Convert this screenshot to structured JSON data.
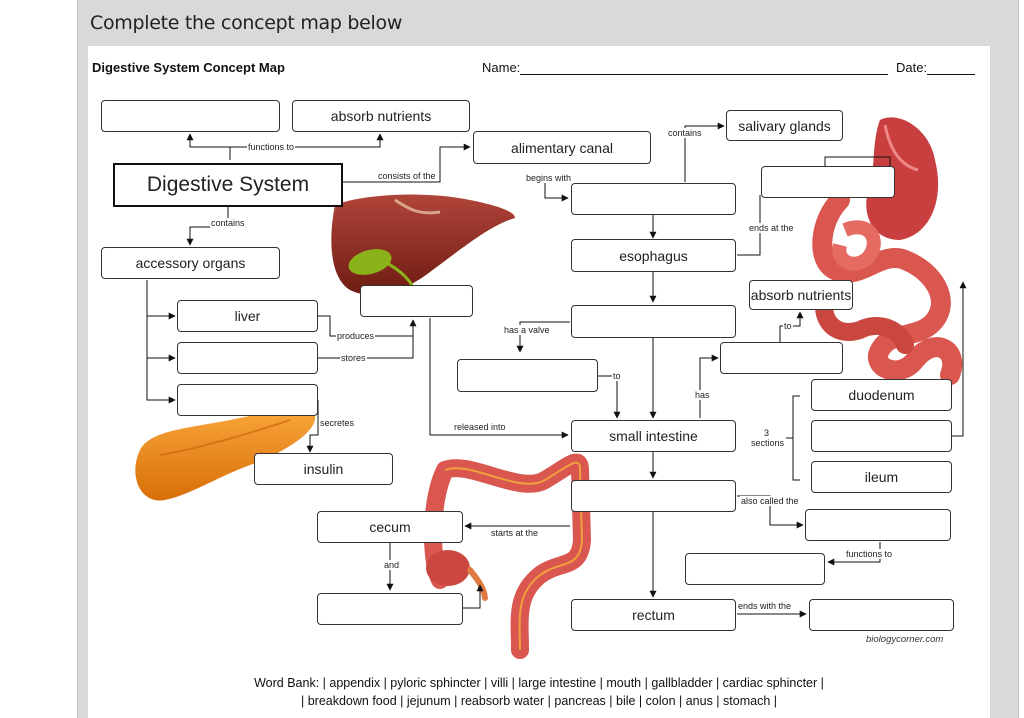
{
  "instruction": "Complete the concept map below",
  "worksheet": {
    "title": "Digestive System Concept Map",
    "name_label": "Name:",
    "date_label": "Date:"
  },
  "boxes": {
    "digestive_system": "Digestive System",
    "absorb_nutrients_top": "absorb nutrients",
    "alimentary_canal": "alimentary canal",
    "salivary_glands": "salivary glands",
    "accessory_organs": "accessory organs",
    "esophagus": "esophagus",
    "absorb_nutrients_right": "absorb nutrients",
    "liver": "liver",
    "small_intestine": "small intestine",
    "duodenum": "duodenum",
    "insulin": "insulin",
    "ileum": "ileum",
    "cecum": "cecum",
    "rectum": "rectum"
  },
  "link_labels": {
    "functions_to": "functions to",
    "consists_of_the": "consists of the",
    "contains_top": "contains",
    "contains_left": "contains",
    "begins_with": "begins with",
    "ends_at_the": "ends at the",
    "produces": "produces",
    "stores": "stores",
    "has_a_valve": "has a valve",
    "to_right": "to",
    "to_mid": "to",
    "has": "has",
    "secretes": "secretes",
    "released_into": "released into",
    "three": "3",
    "sections": "sections",
    "also_called_the": "also called the",
    "starts_at_the": "starts at the",
    "and": "and",
    "functions_to_lower": "functions to",
    "ends_with_the": "ends with the"
  },
  "credit": "biologycorner.com",
  "word_bank": {
    "line1": "Word Bank: |  appendix |  pyloric sphincter  |  villi | large intestine  |  mouth |  gallbladder  | cardiac sphincter |",
    "line2": "|  breakdown food  | jejunum | reabsorb water  | pancreas | bile | colon  | anus | stomach |"
  },
  "colors": {
    "liver": "#8e2a1c",
    "gallbladder": "#8bb21a",
    "pancreas": "#f08a16",
    "intestine": "#d9574f",
    "stomach": "#c93f3f",
    "frame": "#d9d9d9"
  }
}
